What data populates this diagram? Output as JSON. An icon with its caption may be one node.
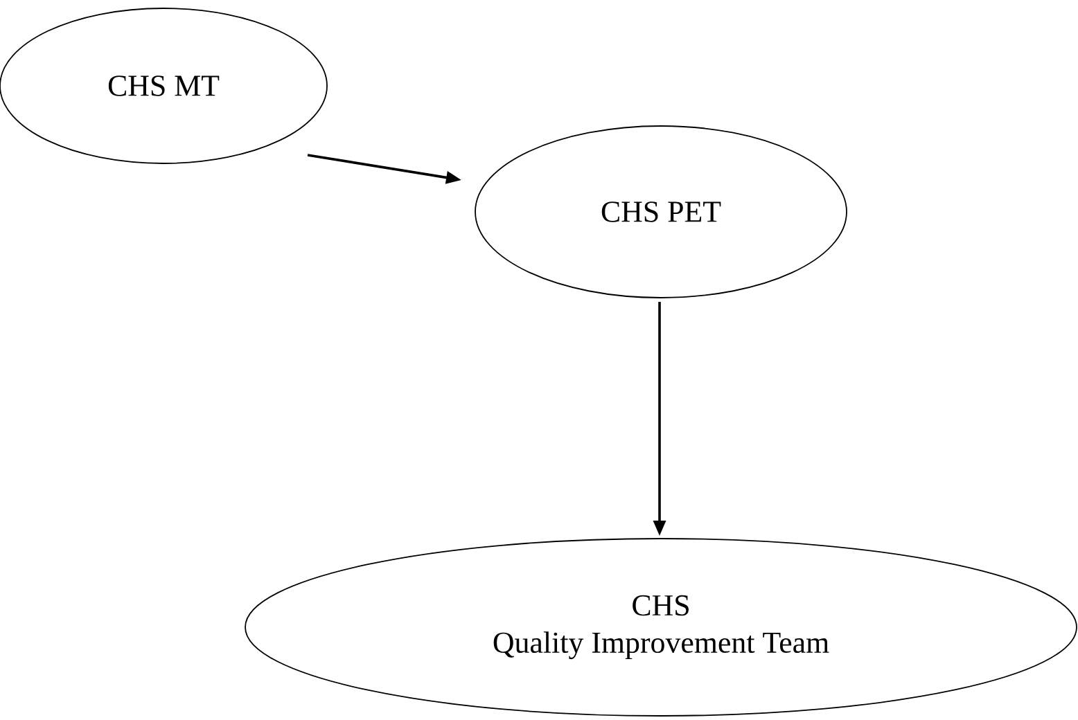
{
  "diagram": {
    "nodes": [
      {
        "text": [
          "CHS MT"
        ]
      },
      {
        "text": [
          "CHS PET"
        ]
      },
      {
        "text": [
          "CHS",
          "Quality Improvement Team"
        ]
      }
    ],
    "edges": [
      {
        "from": 0,
        "to": 1,
        "arrow": "to"
      },
      {
        "from": 1,
        "to": 2,
        "arrow": "to"
      }
    ]
  }
}
